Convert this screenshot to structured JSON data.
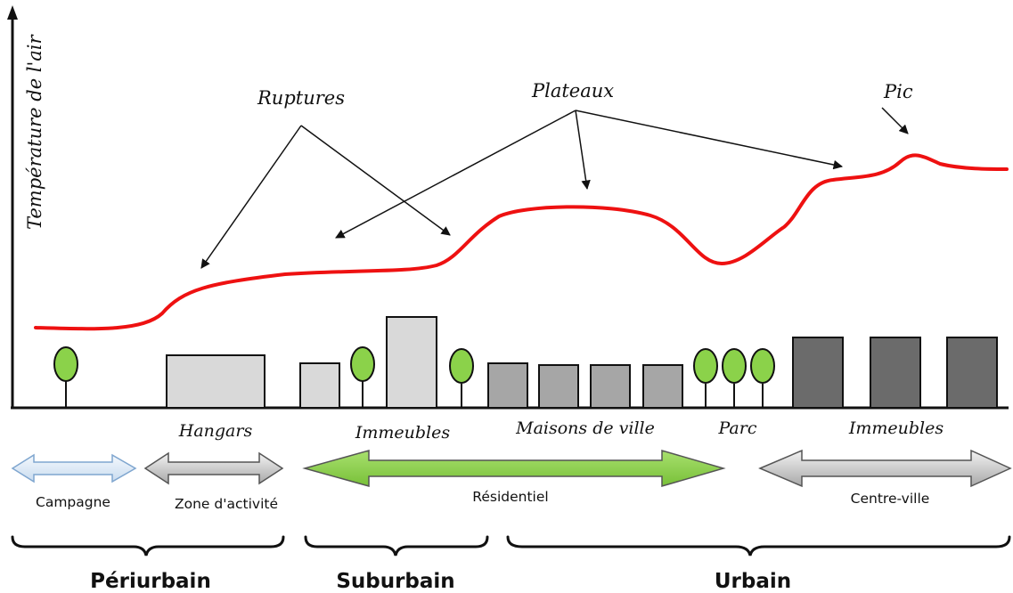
{
  "axis": {
    "y_label": "Température de l'air"
  },
  "annotations": {
    "ruptures": "Ruptures",
    "plateaux": "Plateaux",
    "pic": "Pic"
  },
  "buildings": {
    "hangars": "Hangars",
    "immeubles_1": "Immeubles",
    "maisons": "Maisons de ville",
    "parc": "Parc",
    "immeubles_2": "Immeubles"
  },
  "land_use": {
    "campagne": "Campagne",
    "zone_activite": "Zone d'activité",
    "residentiel": "Résidentiel",
    "centre_ville": "Centre-ville"
  },
  "zones": {
    "periurbain": "Périurbain",
    "suburbain": "Suburbain",
    "urbain": "Urbain"
  },
  "colors": {
    "curve": "#ee1111",
    "tree": "#8bd24a",
    "building_light": "#d9d9d9",
    "building_mid": "#a6a6a6",
    "building_dark": "#6b6b6b",
    "arrow_blue": "#dbe8f5",
    "arrow_grey": "#c8c8c8",
    "arrow_green": "#8bd24a"
  }
}
